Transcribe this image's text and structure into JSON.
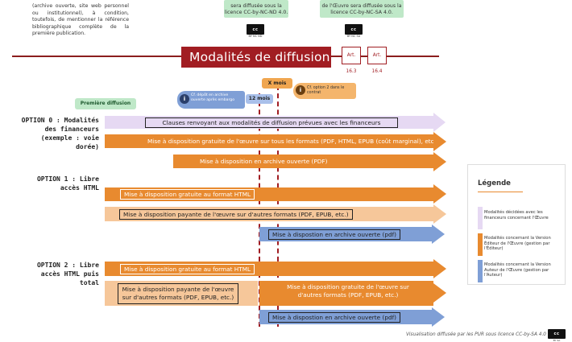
{
  "header": {
    "intro_text": "(archive ouverte, site web personnel ou institutionnel), à condition, toutefois, de mentionner la référence bibliographique complète de la première publication.",
    "green_box_1": "sera diffusée sous la licence CC-by-NC-ND 4.0.",
    "green_box_2": "de l'Œuvre sera diffusée sous la licence CC-by-NC-SA 4.0.",
    "license_badge_1": "BY NC ND",
    "license_badge_2": "BY NC SA"
  },
  "title": {
    "text": "Modalités de diffusion",
    "art_1": "Art. 16.3",
    "art_2": "Art. 16.4"
  },
  "timeline": {
    "x_mois": "X mois",
    "douze_mois": "12 mois",
    "note_embargo": "Cf. dépôt en archive ouverte après embargo",
    "note_option2": "Cf. option 2 dans le contrat",
    "premiere_diffusion": "Première diffusion"
  },
  "options": {
    "option0": "OPTION 0 : Modalités des financeurs (exemple : voie dorée)",
    "option1": "OPTION 1 : Libre accès HTML",
    "option2": "OPTION 2 : Libre accès HTML puis total"
  },
  "bars": {
    "o0_clauses": "Clauses renvoyant aux modalités de diffusion prévues avec les financeurs",
    "o0_gratuite": "Mise à disposition gratuite de l'œuvre sur tous les formats (PDF, HTML, EPUB (coût marginal), etc.)",
    "o0_archive": "Mise à disposition en archive ouverte (PDF)",
    "o1_html": "Mise à disposition gratuite au format HTML",
    "o1_payante": "Mise à disposition payante de l'œuvre sur d'autres formats (PDF, EPUB, etc.)",
    "o1_archive": "Mise à dispostion en archive ouverte (pdf)",
    "o2_html": "Mise à disposition gratuite au format HTML",
    "o2_payante": "Mise à disposition payante de l'œuvre sur d'autres formats (PDF, EPUB, etc.)",
    "o2_gratuite": "Mise à disposition gratuite de l'œuvre sur d'autres formats (PDF, EPUB, etc.)",
    "o2_archive": "Mise à dispostion en archive ouverte (pdf)"
  },
  "legend": {
    "title": "Légende",
    "items": [
      {
        "label": "Modalités décidées avec les financeurs concernant l'Œuvre",
        "color": "#e6d9f3"
      },
      {
        "label": "Modalités concernant la Version Éditeur de l'Œuvre (gestion par l'Éditeur)",
        "color": "#e88a2f"
      },
      {
        "label": "Modalités concernant la Version Auteur de l'Œuvre (gestion par l'Auteur)",
        "color": "#7f9fd6"
      }
    ]
  },
  "footer": {
    "credit": "Visualisation diffusée par les PUR sous licence CC-by-SA 4.0",
    "badge": "BY SA"
  },
  "colors": {
    "accent_red": "#a11d22",
    "orange": "#e88a2f",
    "light_orange": "#f6c79a",
    "lavender": "#e6d9f3",
    "blue": "#7f9fd6",
    "green": "#bfe8c8"
  }
}
